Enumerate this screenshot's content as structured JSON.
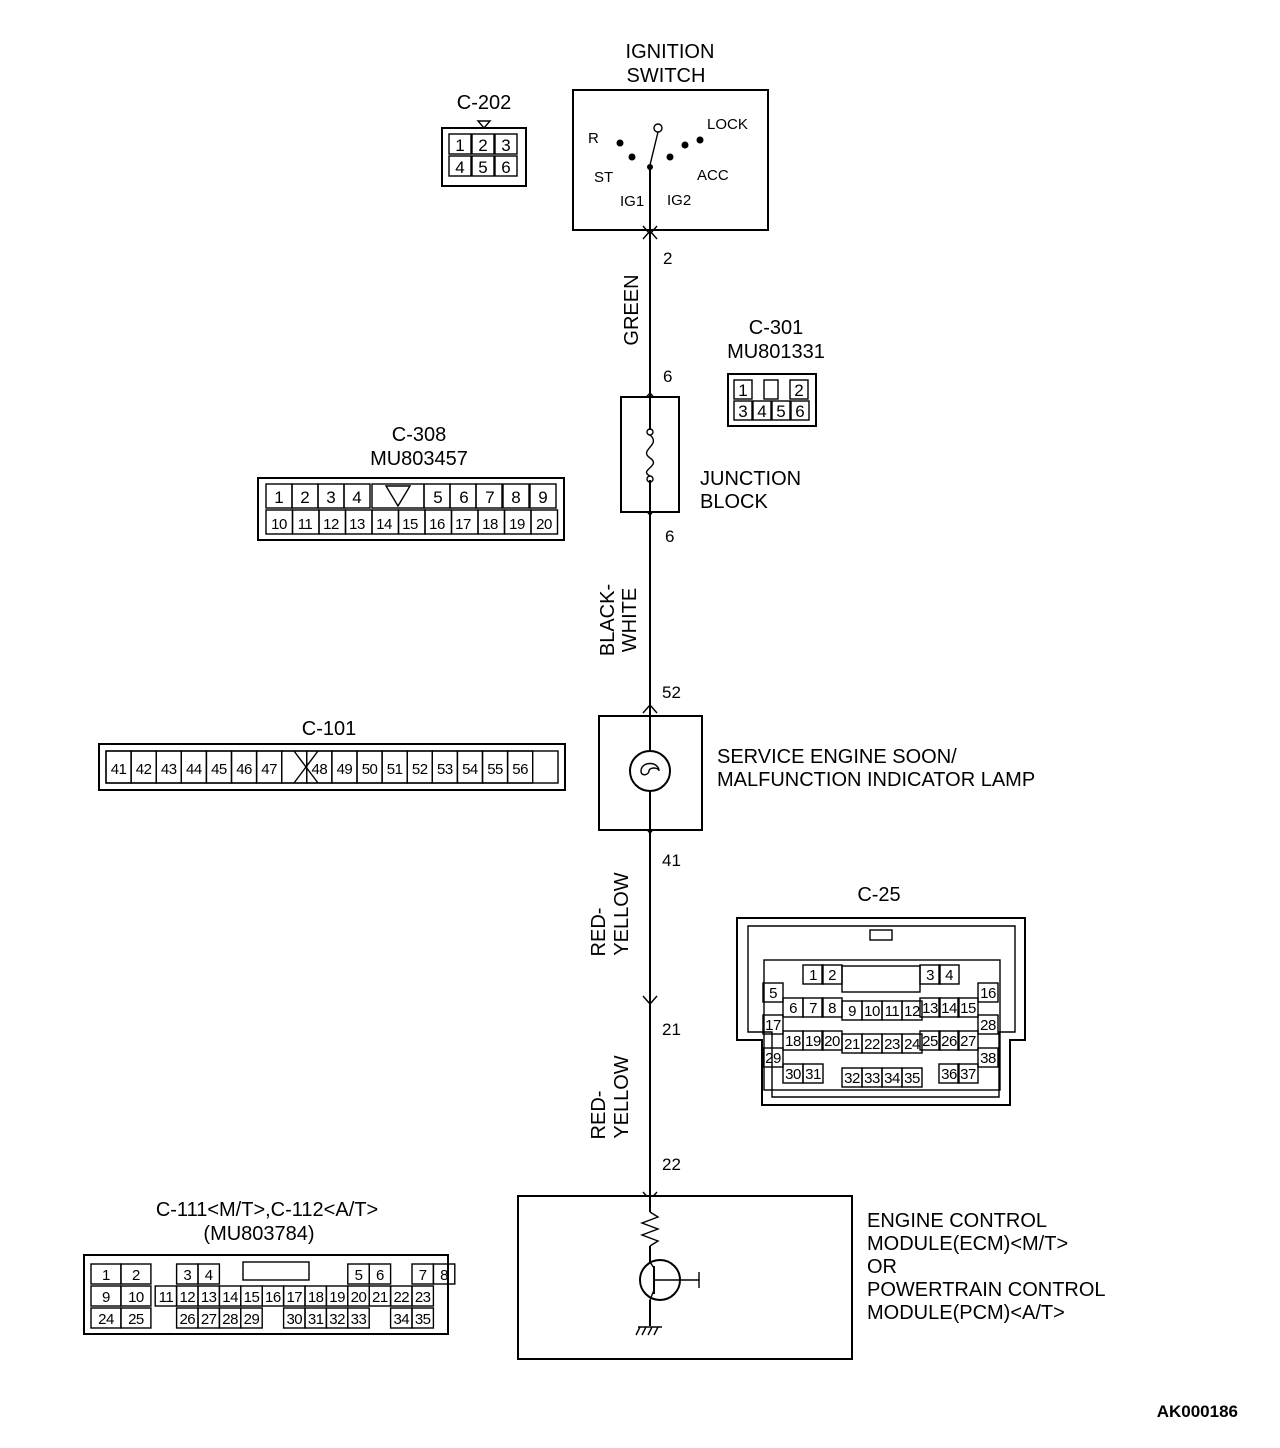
{
  "ignition_switch": {
    "title_line1": "IGNITION",
    "title_line2": "SWITCH",
    "positions": {
      "r": "R",
      "lock": "LOCK",
      "st": "ST",
      "acc": "ACC",
      "ig1": "IG1",
      "ig2": "IG2"
    }
  },
  "connectors": {
    "c202": {
      "name": "C-202",
      "row1": [
        "1",
        "2",
        "3"
      ],
      "row2": [
        "4",
        "5",
        "6"
      ]
    },
    "c301": {
      "name": "C-301",
      "part": "MU801331",
      "row1": [
        "1",
        "2"
      ],
      "row2": [
        "3",
        "4",
        "5",
        "6"
      ]
    },
    "c308": {
      "name": "C-308",
      "part": "MU803457",
      "row1": [
        "1",
        "2",
        "3",
        "4",
        "5",
        "6",
        "7",
        "8",
        "9"
      ],
      "row2": [
        "10",
        "11",
        "12",
        "13",
        "14",
        "15",
        "16",
        "17",
        "18",
        "19",
        "20"
      ]
    },
    "c101": {
      "name": "C-101",
      "row": [
        "41",
        "42",
        "43",
        "44",
        "45",
        "46",
        "47",
        "48",
        "49",
        "50",
        "51",
        "52",
        "53",
        "54",
        "55",
        "56"
      ]
    },
    "c25": {
      "name": "C-25",
      "pins": [
        "1",
        "2",
        "3",
        "4",
        "5",
        "6",
        "7",
        "8",
        "9",
        "10",
        "11",
        "12",
        "13",
        "14",
        "15",
        "16",
        "17",
        "18",
        "19",
        "20",
        "21",
        "22",
        "23",
        "24",
        "25",
        "26",
        "27",
        "28",
        "29",
        "30",
        "31",
        "32",
        "33",
        "34",
        "35",
        "36",
        "37",
        "38"
      ]
    },
    "c111": {
      "name": "C-111<M/T>,C-112<A/T>",
      "part": "(MU803784)",
      "pins": [
        "1",
        "2",
        "3",
        "4",
        "5",
        "6",
        "7",
        "8",
        "9",
        "10",
        "11",
        "12",
        "13",
        "14",
        "15",
        "16",
        "17",
        "18",
        "19",
        "20",
        "21",
        "22",
        "23",
        "24",
        "25",
        "26",
        "27",
        "28",
        "29",
        "30",
        "31",
        "32",
        "33",
        "34",
        "35"
      ]
    }
  },
  "terminals": {
    "sw_out": "2",
    "jb_in": "6",
    "jb_out": "6",
    "lamp_in": "52",
    "lamp_out": "41",
    "splice_out": "21",
    "ecm_in": "22"
  },
  "wires": {
    "w1": "GREEN",
    "w2_line1": "BLACK-",
    "w2_line2": "WHITE",
    "w3_line1": "RED-",
    "w3_line2": "YELLOW",
    "w4_line1": "RED-",
    "w4_line2": "YELLOW"
  },
  "components": {
    "junction_block_line1": "JUNCTION",
    "junction_block_line2": "BLOCK",
    "lamp_line1": "SERVICE ENGINE SOON/",
    "lamp_line2": "MALFUNCTION INDICATOR LAMP",
    "ecm_line1": "ENGINE CONTROL",
    "ecm_line2": "MODULE(ECM)<M/T>",
    "ecm_line3": "OR",
    "ecm_line4": "POWERTRAIN CONTROL",
    "ecm_line5": "MODULE(PCM)<A/T>"
  },
  "figure_id": "AK000186"
}
